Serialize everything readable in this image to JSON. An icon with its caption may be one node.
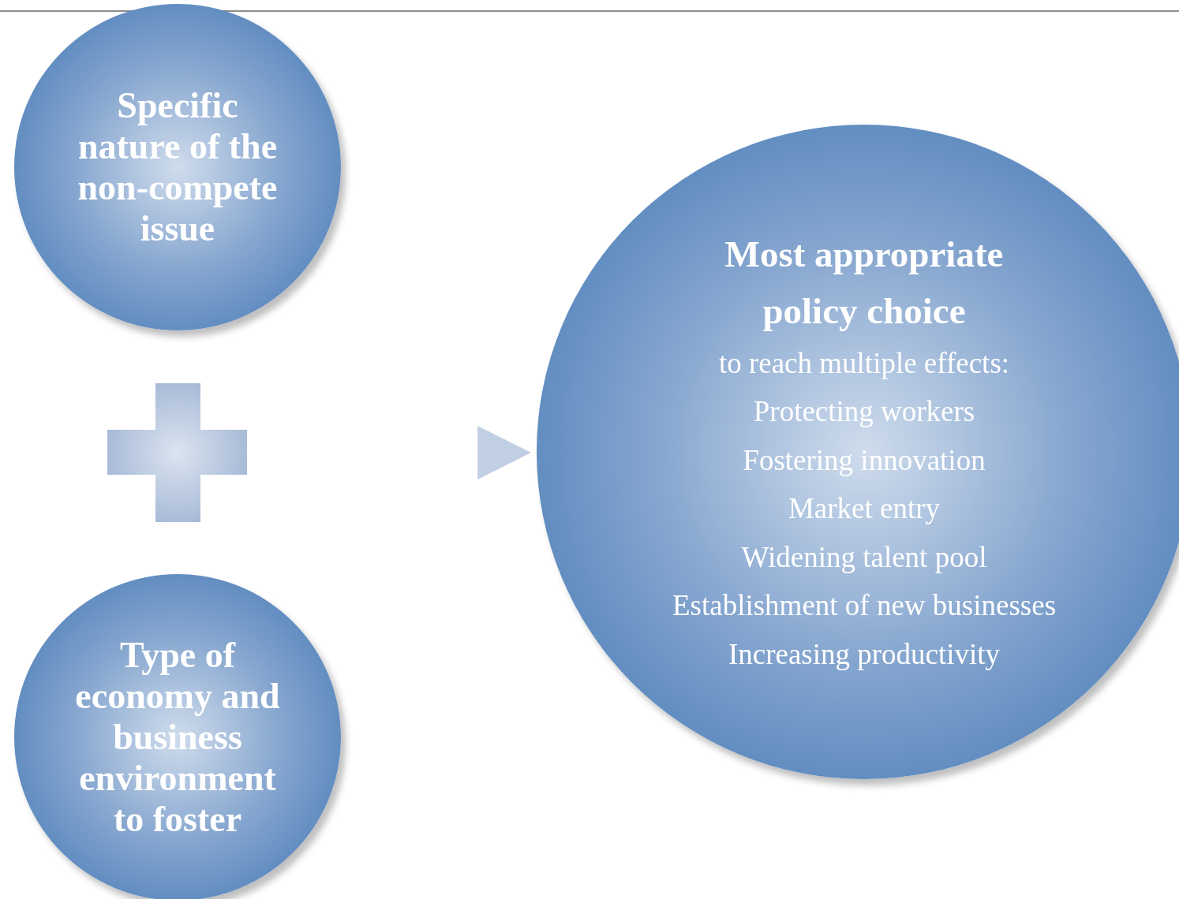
{
  "diagram": {
    "nodes": [
      {
        "text": [
          "Specific nature of the non-compete issue"
        ]
      },
      {
        "text": [
          "Type of economy and business environment to foster"
        ]
      },
      {
        "text": [
          "Most appropriate policy choice",
          "to reach multiple effects:",
          "Protecting workers",
          "Fostering innovation",
          "Market entry",
          "Widening talent pool",
          "Establishment of new businesses",
          "Increasing productivity"
        ]
      }
    ],
    "edges": [
      {
        "from": null,
        "to": 2,
        "arrow": "to"
      }
    ]
  }
}
